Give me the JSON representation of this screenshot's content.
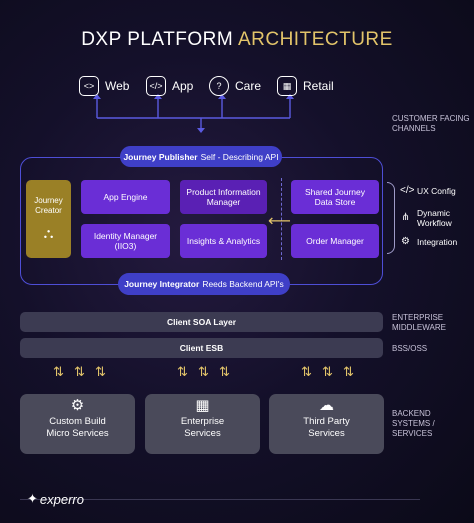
{
  "title": {
    "part1": "DXP PLATFORM",
    "part2": "ARCHITECTURE"
  },
  "channels": [
    {
      "label": "Web",
      "icon": "web-icon",
      "glyph": "<>"
    },
    {
      "label": "App",
      "icon": "app-icon",
      "glyph": "</>"
    },
    {
      "label": "Care",
      "icon": "care-icon",
      "glyph": "?"
    },
    {
      "label": "Retail",
      "icon": "retail-icon",
      "glyph": "▦"
    }
  ],
  "side_labels": {
    "customer": [
      "CUSTOMER FACING",
      "CHANNELS"
    ],
    "middleware": [
      "ENTERPRISE",
      "MIDDLEWARE"
    ],
    "bss": "BSS/OSS",
    "backend": [
      "BACKEND",
      "SYSTEMS /",
      "SERVICES"
    ]
  },
  "journey_publisher": {
    "bold": "Journey Publisher",
    "rest": "Self - Describing API"
  },
  "journey_integrator": {
    "bold": "Journey Integrator",
    "rest": "Reeds Backend API's"
  },
  "journey_creator": {
    "line1": "Journey",
    "line2": "Creator",
    "icon": "flow-icon"
  },
  "modules": {
    "app_engine": "App Engine",
    "pim": [
      "Product Information",
      "Manager"
    ],
    "identity": [
      "Identity Manager",
      "(IIO3)"
    ],
    "insights": "Insights & Analytics",
    "journey_store": [
      "Shared Journey",
      "Data Store"
    ],
    "order": "Order Manager"
  },
  "features": [
    {
      "icon": "code-icon",
      "glyph": "</>",
      "lines": [
        "UX Config"
      ]
    },
    {
      "icon": "workflow-icon",
      "glyph": "⋔",
      "lines": [
        "Dynamic",
        "Workflow"
      ]
    },
    {
      "icon": "gear-icon",
      "glyph": "⚙",
      "lines": [
        "Integration"
      ]
    }
  ],
  "bars": {
    "soa": "Client SOA Layer",
    "esb": "Client ESB"
  },
  "services": [
    {
      "lines": [
        "Custom Build",
        "Micro Services"
      ],
      "icon": "gear-icon",
      "glyph": "⚙"
    },
    {
      "lines": [
        "Enterprise",
        "Services"
      ],
      "icon": "store-icon",
      "glyph": "▦"
    },
    {
      "lines": [
        "Third Party",
        "Services"
      ],
      "icon": "cloud-sync-icon",
      "glyph": "☁"
    }
  ],
  "brand": "experro",
  "colors": {
    "gold": "#e2c46a",
    "blue": "#3f3fc7",
    "purple": "#6a2ed6"
  }
}
